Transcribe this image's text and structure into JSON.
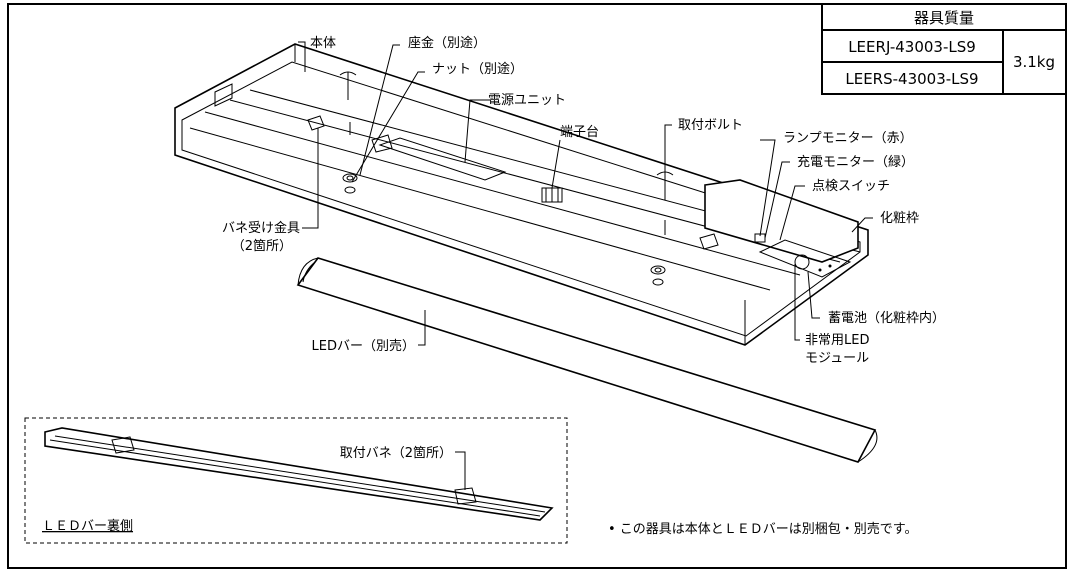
{
  "weight_table": {
    "header": "器具質量",
    "models": [
      "LEERJ-43003-LS9",
      "LEERS-43003-LS9"
    ],
    "weight": "3.1kg"
  },
  "labels": {
    "hontai": "本体",
    "zagane": "座金（別途）",
    "nut": "ナット（別途）",
    "dengen": "電源ユニット",
    "tanshi": "端子台",
    "bolt": "取付ボルト",
    "lamp_monitor": "ランプモニター（赤）",
    "charge_monitor": "充電モニター（緑）",
    "switch": "点検スイッチ",
    "frame": "化粧枠",
    "spring_bracket_1": "バネ受け金具",
    "spring_bracket_2": "（2箇所）",
    "battery": "蓄電池（化粧枠内）",
    "emergency_1": "非常用LED",
    "emergency_2": "モジュール",
    "led_bar": "LEDバー（別売）"
  },
  "inset": {
    "title": "ＬＥＤバー裏側",
    "spring_label": "取付バネ（2箇所）"
  },
  "note": "•  この器具は本体とＬＥＤバーは別梱包・別売です。"
}
